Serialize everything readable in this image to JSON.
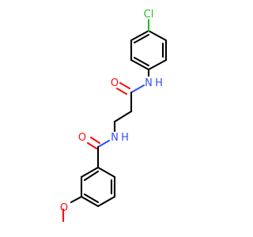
{
  "molecule": {
    "atom_labels": {
      "chlorine": "Cl",
      "amide_nitrogen_top": "N",
      "amide_hydrogen_top": "H",
      "carbonyl_oxygen_top": "O",
      "amide_nitrogen_mid": "N",
      "amide_hydrogen_mid": "H",
      "carbonyl_oxygen_mid": "O",
      "methoxy_oxygen": "O"
    },
    "colors": {
      "carbon_bonds": "#000000",
      "oxygen": "#ff0d0d",
      "nitrogen": "#3050f8",
      "chlorine": "#1fbf1f"
    }
  }
}
